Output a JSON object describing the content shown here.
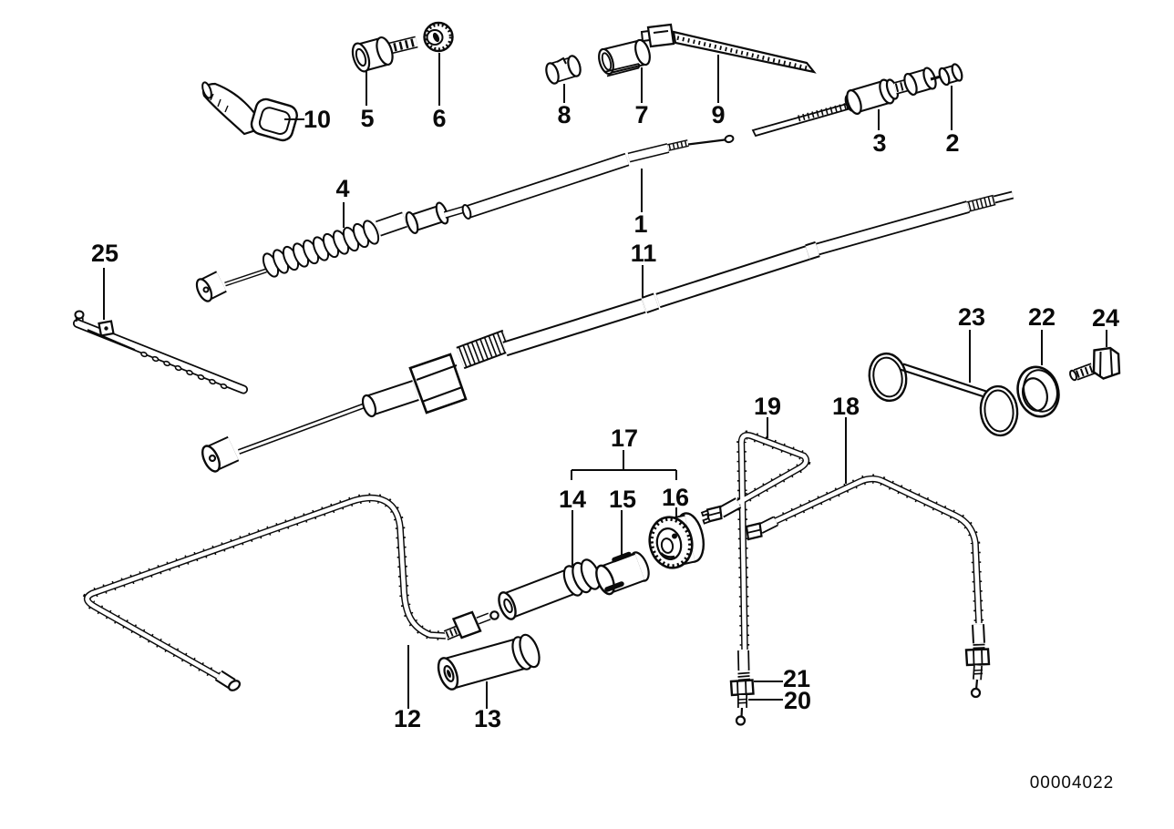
{
  "figure": {
    "type": "exploded-parts-diagram",
    "diagram_id": "00004022",
    "background_color": "#ffffff",
    "line_color": "#000000"
  },
  "callouts": [
    {
      "label": "1"
    },
    {
      "label": "2"
    },
    {
      "label": "3"
    },
    {
      "label": "4"
    },
    {
      "label": "5"
    },
    {
      "label": "6"
    },
    {
      "label": "7"
    },
    {
      "label": "8"
    },
    {
      "label": "9"
    },
    {
      "label": "10"
    },
    {
      "label": "11"
    },
    {
      "label": "12"
    },
    {
      "label": "13"
    },
    {
      "label": "14"
    },
    {
      "label": "15"
    },
    {
      "label": "16"
    },
    {
      "label": "17"
    },
    {
      "label": "18"
    },
    {
      "label": "19"
    },
    {
      "label": "20"
    },
    {
      "label": "21"
    },
    {
      "label": "22"
    },
    {
      "label": "23"
    },
    {
      "label": "24"
    },
    {
      "label": "25"
    }
  ]
}
